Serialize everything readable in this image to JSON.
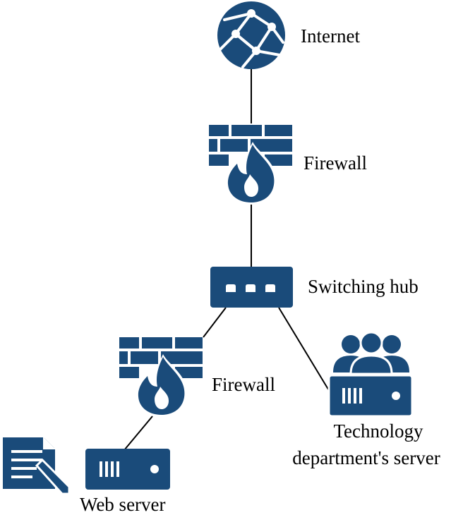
{
  "colors": {
    "icon": "#1a4b7a",
    "line": "#000000",
    "background": "#ffffff"
  },
  "nodes": {
    "internet": {
      "label": "Internet",
      "icon": "globe-icon"
    },
    "firewall_top": {
      "label": "Firewall",
      "icon": "firewall-icon"
    },
    "switching_hub": {
      "label": "Switching hub",
      "icon": "switch-icon"
    },
    "firewall_bottom": {
      "label": "Firewall",
      "icon": "firewall-icon"
    },
    "tech_server": {
      "label_line1": "Technology",
      "label_line2": "department's server",
      "icon": "server-with-users-icon"
    },
    "web_server": {
      "label": "Web server",
      "icon": "server-icon"
    },
    "document": {
      "icon": "document-edit-icon"
    }
  }
}
